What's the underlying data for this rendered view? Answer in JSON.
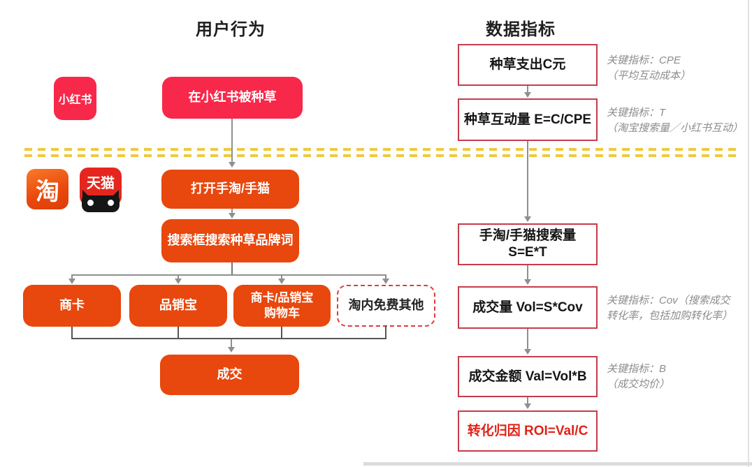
{
  "headers": {
    "left": "用户行为",
    "right": "数据指标"
  },
  "logos": {
    "xiaohongshu": "小红书",
    "taobao": "淘",
    "tmall": "天猫"
  },
  "behavior_flow": {
    "seeded": "在小红书被种草",
    "open_app": "打开手淘/手猫",
    "search_brand": "搜索框搜索种草品牌词",
    "channels": [
      {
        "label": "商卡"
      },
      {
        "label": "品销宝"
      },
      {
        "line1": "商卡/品销宝",
        "line2": "购物车"
      },
      {
        "label": "淘内免费其他"
      }
    ],
    "deal": "成交"
  },
  "metric_flow": {
    "boxes": [
      {
        "label": "种草支出C元"
      },
      {
        "label": "种草互动量 E=C/CPE"
      },
      {
        "line1": "手淘/手猫搜索量",
        "line2": "S=E*T"
      },
      {
        "label": "成交量 Vol=S*Cov"
      },
      {
        "label": "成交金额 Val=Vol*B"
      },
      {
        "label": "转化归因 ROI=Val/C"
      }
    ],
    "annotations": [
      {
        "line1": "关键指标：CPE",
        "line2": "（平均互动成本）"
      },
      {
        "line1": "关键指标：T",
        "line2": "（淘宝搜索量／小红书互动）"
      },
      {
        "line1": "关键指标：Cov（搜索成交",
        "line2": "转化率，包括加购转化率）"
      },
      {
        "line1": "关键指标：B",
        "line2": "（成交均价）"
      }
    ]
  },
  "colors": {
    "pink": "#f8284a",
    "orange": "#e8470d",
    "metric_border": "#c53c4c",
    "roi_text": "#e02318",
    "dashed_channel_border": "#e23a3a",
    "divider_yellow": "#eec93f",
    "arrow_gray": "#8f8f8f",
    "annotation_gray": "#8c8c8c",
    "tmall_red": "#e4261e"
  }
}
